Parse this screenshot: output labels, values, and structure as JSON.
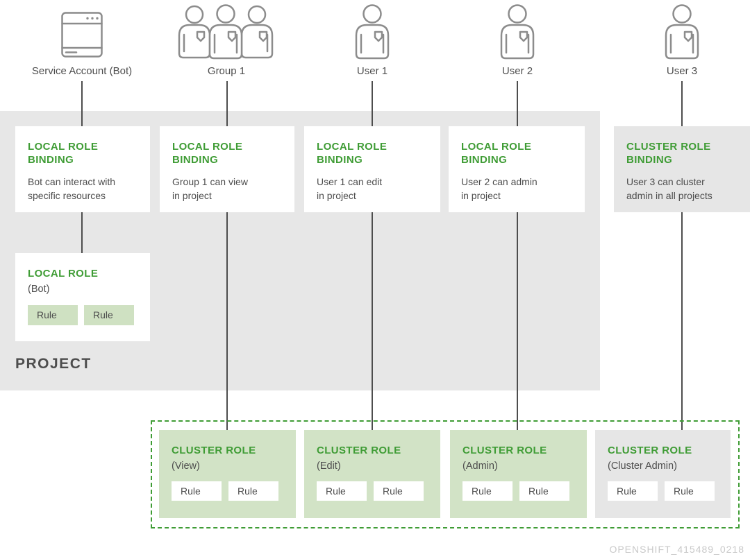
{
  "actors": [
    {
      "label": "Service Account (Bot)",
      "icon": "service-account-icon"
    },
    {
      "label": "Group 1",
      "icon": "group-icon"
    },
    {
      "label": "User 1",
      "icon": "user-icon"
    },
    {
      "label": "User 2",
      "icon": "user-icon"
    },
    {
      "label": "User 3",
      "icon": "user-icon"
    }
  ],
  "project": {
    "label": "PROJECT"
  },
  "bindings": [
    {
      "title": "LOCAL ROLE\nBINDING",
      "description": "Bot can interact with\nspecific resources",
      "variant": "white"
    },
    {
      "title": "LOCAL ROLE\nBINDING",
      "description": "Group 1 can view\nin project",
      "variant": "white"
    },
    {
      "title": "LOCAL ROLE\nBINDING",
      "description": "User 1 can edit\nin project",
      "variant": "white"
    },
    {
      "title": "LOCAL ROLE\nBINDING",
      "description": "User 2 can admin\nin project",
      "variant": "white"
    },
    {
      "title": "CLUSTER ROLE\nBINDING",
      "description": "User 3 can cluster\nadmin in all projects",
      "variant": "gray"
    }
  ],
  "local_role": {
    "title": "LOCAL ROLE",
    "subtitle": "(Bot)",
    "rules": [
      "Rule",
      "Rule"
    ]
  },
  "cluster_roles": [
    {
      "title": "CLUSTER ROLE",
      "subtitle": "(View)",
      "rules": [
        "Rule",
        "Rule"
      ],
      "variant": "green"
    },
    {
      "title": "CLUSTER ROLE",
      "subtitle": "(Edit)",
      "rules": [
        "Rule",
        "Rule"
      ],
      "variant": "green"
    },
    {
      "title": "CLUSTER ROLE",
      "subtitle": "(Admin)",
      "rules": [
        "Rule",
        "Rule"
      ],
      "variant": "green"
    },
    {
      "title": "CLUSTER ROLE",
      "subtitle": "(Cluster Admin)",
      "rules": [
        "Rule",
        "Rule"
      ],
      "variant": "gray"
    }
  ],
  "watermark": "OPENSHIFT_415489_0218",
  "colors": {
    "green": "#3f9c35",
    "light_green_box": "#d2e3c6",
    "green_chip": "#cfe1c2",
    "panel_gray": "#e7e7e7",
    "gray_box": "#e6e6e6",
    "line": "#4d4d4d",
    "text": "#4d4d4d",
    "watermark": "#c9c9c9"
  }
}
